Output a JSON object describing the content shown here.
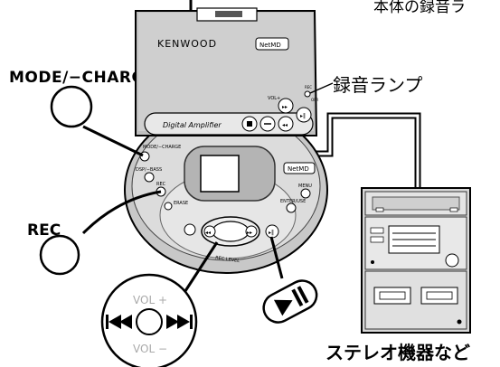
{
  "top_note": "本体の録音ラ",
  "labels": {
    "mode_charge": "MODE/−CHARGE",
    "rec_lamp": "録音ランプ",
    "rec": "REC",
    "stereo": "ステレオ機器など"
  },
  "md_recorder": {
    "brand": "KENWOOD",
    "badge": "NetMD",
    "amp_text": "Digital Amplifier",
    "small_labels": {
      "mode_charge": "MODE/−CHARGE",
      "dsp_bass": "DSP/−BASS",
      "rec": "REC",
      "erase": "ERASE",
      "menu": "MENU",
      "enter_use": "ENTER/USE",
      "vol_plus": "VOL+",
      "rec_level": "REC LEVEL",
      "rec_lamp": "REC",
      "opr": "OPR"
    }
  },
  "vol_dial": {
    "plus": "VOL +",
    "minus": "VOL −",
    "prev_icon": "skip-back-icon",
    "next_icon": "skip-forward-icon"
  },
  "play_pause_icon": "play-pause-icon"
}
